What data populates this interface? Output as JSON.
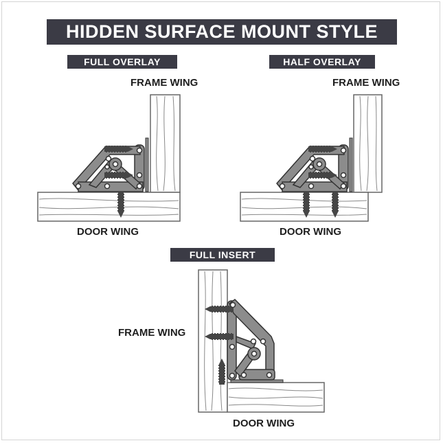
{
  "title": "HIDDEN SURFACE MOUNT STYLE",
  "sections": [
    {
      "label": "FULL OVERLAY",
      "frame_wing": "FRAME WING",
      "door_wing": "DOOR WING"
    },
    {
      "label": "HALF OVERLAY",
      "frame_wing": "FRAME WING",
      "door_wing": "DOOR WING"
    },
    {
      "label": "FULL INSERT",
      "frame_wing": "FRAME WING",
      "door_wing": "DOOR WING"
    }
  ],
  "colors": {
    "banner": "#3b3b45",
    "hinge": "#8c8c8c",
    "screw": "#454545",
    "outline": "#333333",
    "wood": "#777777"
  }
}
